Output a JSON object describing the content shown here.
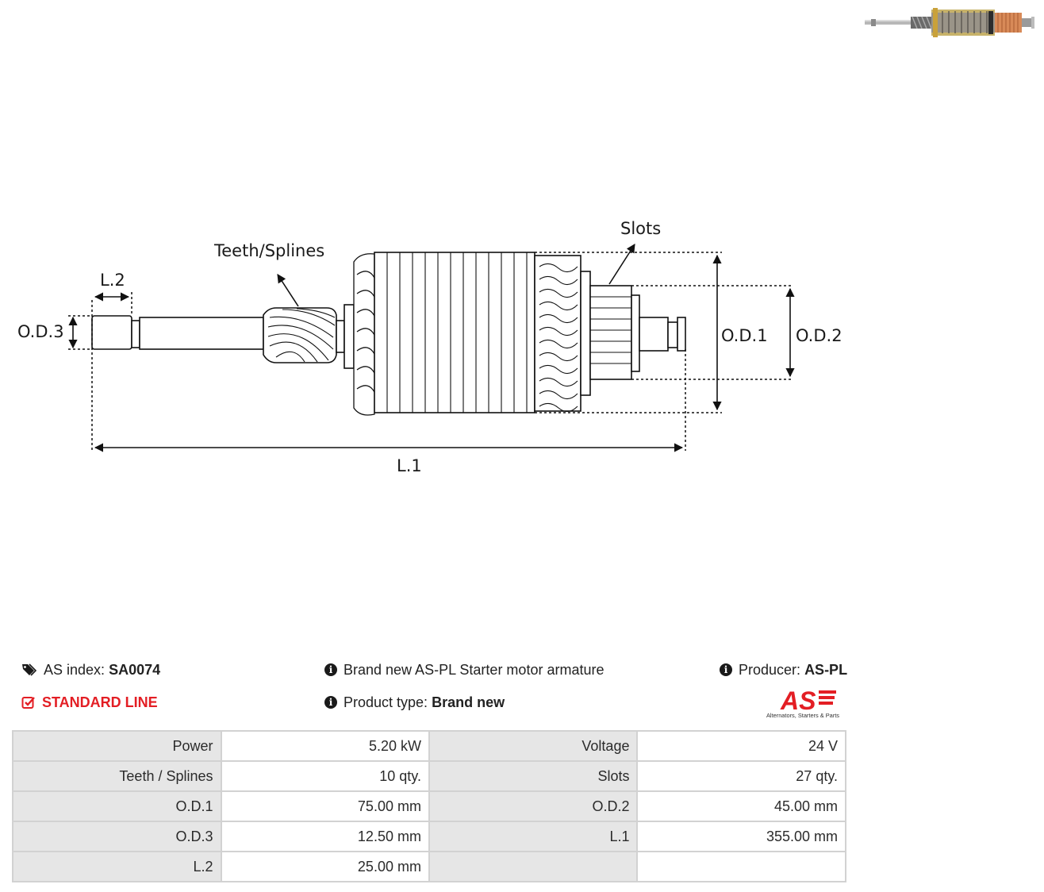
{
  "diagram": {
    "labels": {
      "teeth_splines": "Teeth/Splines",
      "slots": "Slots",
      "l2": "L.2",
      "od3": "O.D.3",
      "od1": "O.D.1",
      "od2": "O.D.2",
      "l1": "L.1"
    }
  },
  "info": {
    "as_index_label": "AS index:",
    "as_index_value": "SA0074",
    "standard_line": "STANDARD LINE",
    "description": "Brand new AS-PL Starter motor armature",
    "product_type_label": "Product type:",
    "product_type_value": "Brand new",
    "producer_label": "Producer:",
    "producer_value": "AS-PL",
    "logo_text": "AS",
    "logo_tagline": "Alternators, Starters & Parts",
    "accent_color": "#e31e24"
  },
  "icons": {
    "tags": "tags-icon",
    "check": "check-square-icon",
    "info": "info-icon"
  },
  "specs": {
    "rows": [
      {
        "k1": "Power",
        "v1": "5.20 kW",
        "k2": "Voltage",
        "v2": "24 V"
      },
      {
        "k1": "Teeth / Splines",
        "v1": "10 qty.",
        "k2": "Slots",
        "v2": "27 qty."
      },
      {
        "k1": "O.D.1",
        "v1": "75.00 mm",
        "k2": "O.D.2",
        "v2": "45.00 mm"
      },
      {
        "k1": "O.D.3",
        "v1": "12.50 mm",
        "k2": "L.1",
        "v2": "355.00 mm"
      },
      {
        "k1": "L.2",
        "v1": "25.00 mm",
        "k2": "",
        "v2": ""
      }
    ]
  }
}
